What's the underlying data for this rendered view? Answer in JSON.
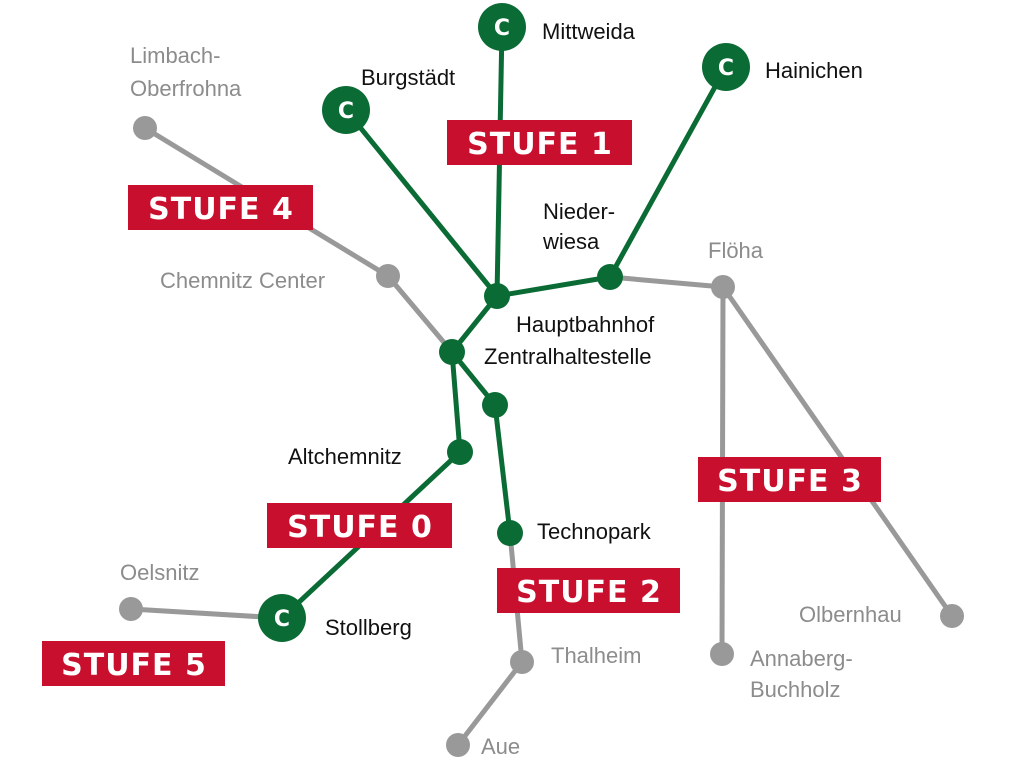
{
  "colors": {
    "green": "#0b6b35",
    "gray": "#999999",
    "red": "#c8102e",
    "white": "#ffffff"
  },
  "terminus_icon": "c-circle-icon",
  "stations": {
    "mittweida": "Mittweida",
    "hainichen": "Hainichen",
    "burgstaedt": "Burgstädt",
    "limbach_line1": "Limbach-",
    "limbach_line2": "Oberfrohna",
    "niederwiesa_line1": "Nieder-",
    "niederwiesa_line2": "wiesa",
    "floeha": "Flöha",
    "chemnitz_center": "Chemnitz Center",
    "hbf_line1": "Hauptbahnhof",
    "hbf_line2": "Zentralhaltestelle",
    "altchemnitz": "Altchemnitz",
    "technopark": "Technopark",
    "oelsnitz": "Oelsnitz",
    "stollberg": "Stollberg",
    "olbernhau": "Olbernhau",
    "annaberg_line1": "Annaberg-",
    "annaberg_line2": "Buchholz",
    "thalheim": "Thalheim",
    "aue": "Aue"
  },
  "stages": {
    "stufe0": "STUFE 0",
    "stufe1": "STUFE 1",
    "stufe2": "STUFE 2",
    "stufe3": "STUFE 3",
    "stufe4": "STUFE 4",
    "stufe5": "STUFE 5"
  }
}
